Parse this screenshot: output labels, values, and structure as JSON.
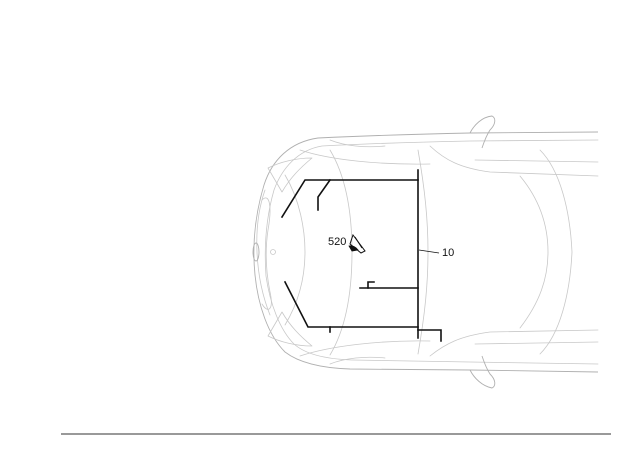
{
  "diagram": {
    "callouts": [
      {
        "id": "harness",
        "text": "10"
      },
      {
        "id": "part",
        "text": "520"
      }
    ]
  }
}
